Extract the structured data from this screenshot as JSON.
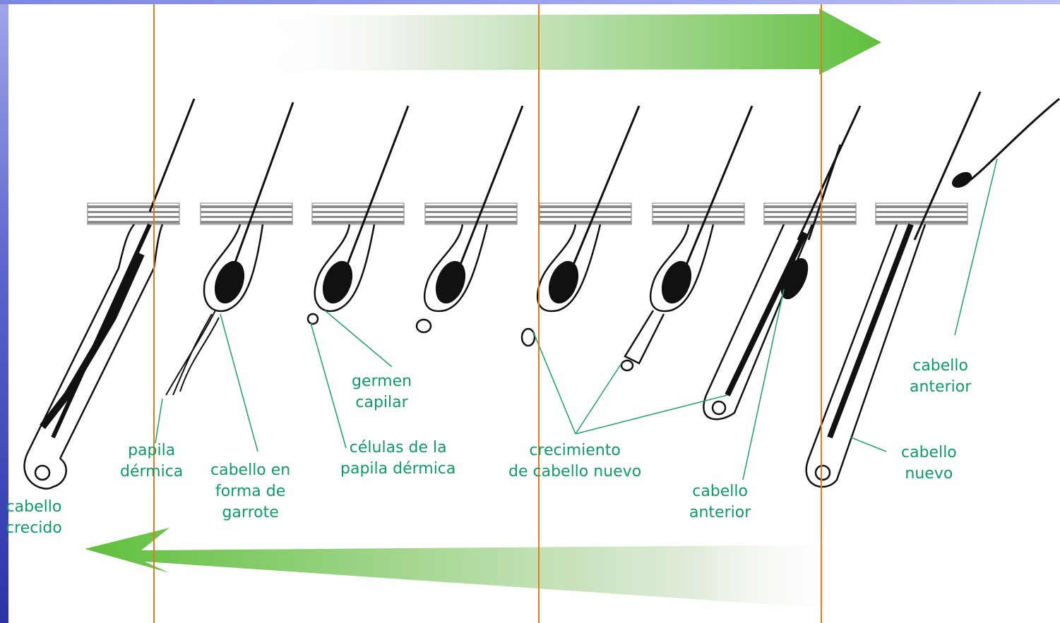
{
  "colors": {
    "label": "#0f9a66",
    "arrow": "#5fbf3c",
    "divider": "#e07b1e",
    "skin": "#9a9a9a"
  },
  "labels": {
    "cabello_crecido": "cabello\ncrecido",
    "papila_dermica": "papila\ndérmica",
    "cabello_garrote": "cabello en\nforma de\ngarrote",
    "germen_capilar": "germen\ncapilar",
    "celulas_papila": "células de la\npapila dérmica",
    "crecimiento": "crecimiento\nde cabello nuevo",
    "cabello_anterior_1": "cabello\nanterior",
    "cabello_nuevo": "cabello\nnuevo",
    "cabello_anterior_2": "cabello\nanterior"
  }
}
